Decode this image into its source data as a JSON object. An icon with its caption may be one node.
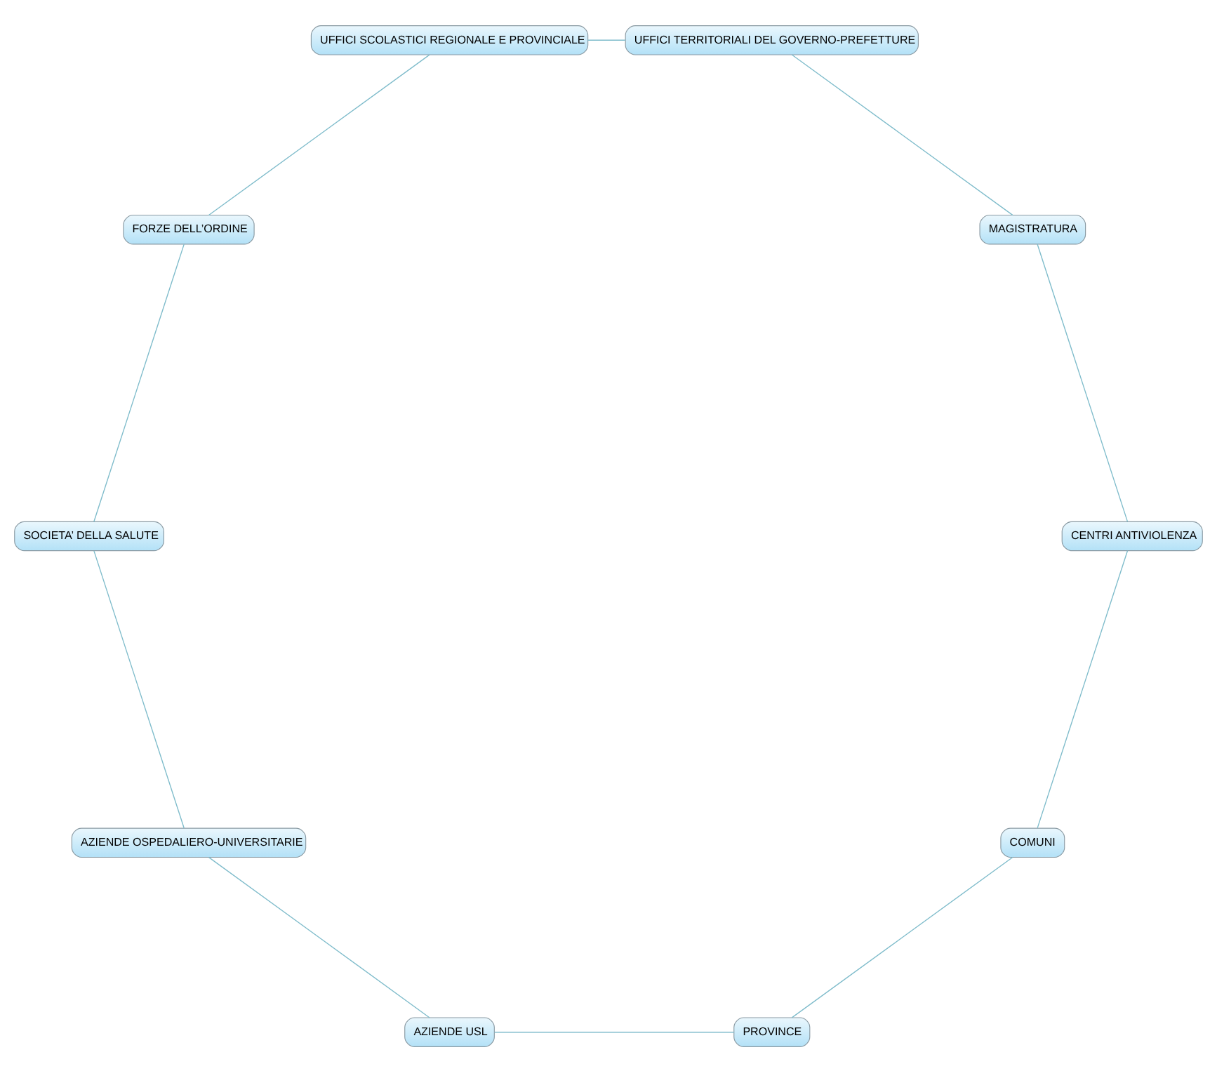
{
  "diagram": {
    "nodes": [
      {
        "text": [
          "COMUNI"
        ]
      },
      {
        "text": [
          "PROVINCE"
        ]
      },
      {
        "text": [
          "AZIENDE USL"
        ]
      },
      {
        "text": [
          "AZIENDE OSPEDALIERO-UNIVERSITARIE"
        ]
      },
      {
        "text": [
          "SOCIETA’ DELLA SALUTE"
        ]
      },
      {
        "text": [
          "FORZE DELL’ORDINE"
        ]
      },
      {
        "text": [
          "UFFICI SCOLASTICI REGIONALE E PROVINCIALE"
        ]
      },
      {
        "text": [
          "UFFICI TERRITORIALI DEL GOVERNO-PREFETTURE"
        ]
      },
      {
        "text": [
          "MAGISTRATURA"
        ]
      },
      {
        "text": [
          "CENTRI ANTIVIOLENZA"
        ]
      }
    ],
    "edges": [
      {
        "from": 0,
        "to": 1,
        "arrow": "none"
      },
      {
        "from": 1,
        "to": 2,
        "arrow": "none"
      },
      {
        "from": 2,
        "to": 3,
        "arrow": "none"
      },
      {
        "from": 3,
        "to": 4,
        "arrow": "none"
      },
      {
        "from": 4,
        "to": 5,
        "arrow": "none"
      },
      {
        "from": 5,
        "to": 6,
        "arrow": "none"
      },
      {
        "from": 6,
        "to": 7,
        "arrow": "none"
      },
      {
        "from": 7,
        "to": 8,
        "arrow": "none"
      },
      {
        "from": 8,
        "to": 9,
        "arrow": "none"
      },
      {
        "from": 9,
        "to": 0,
        "arrow": "none"
      }
    ]
  }
}
